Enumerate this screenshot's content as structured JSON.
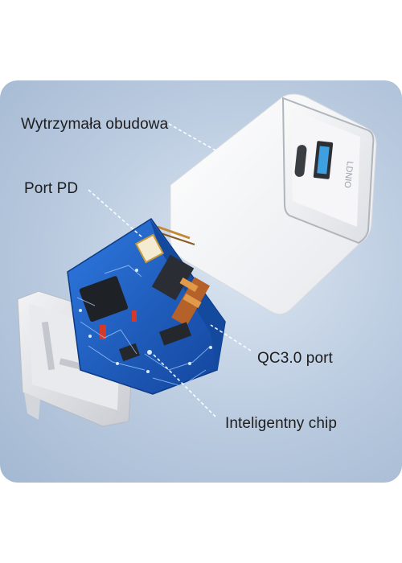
{
  "labels": {
    "casing": "Wytrzymała obudowa",
    "pd_port": "Port PD",
    "qc_port": "QC3.0 port",
    "chip": "Inteligentny chip"
  },
  "product": {
    "brand_mark": "LDNIO"
  },
  "colors": {
    "background": "#b9cadf",
    "housing": "#f4f4f6",
    "pcb_blue": "#1f5fc8",
    "callout_line": "#ffffff"
  }
}
